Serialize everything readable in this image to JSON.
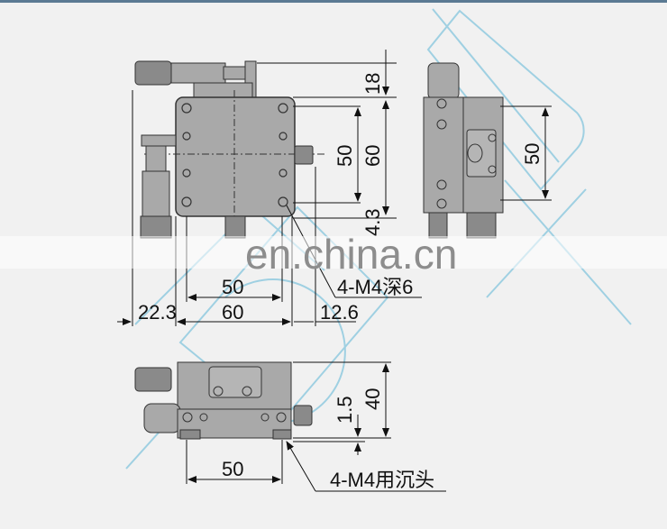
{
  "watermark": {
    "text": "en.china.cn",
    "logo_color": "#9fd0e2"
  },
  "colors": {
    "background": "#f1f1f1",
    "part_fill": "#a9a9a9",
    "part_stroke": "#333333",
    "dimension_line": "#111111",
    "top_bar": "#5b7a93"
  },
  "views": {
    "top_view": {
      "dimensions": {
        "height_top": "18",
        "inner_span": "50",
        "overall": "60",
        "offset_bottom": "4.3",
        "left_micrometer": "22.3",
        "width_inner": "50",
        "width_overall": "60",
        "right_offset": "12.6"
      },
      "callout": "4-M4深6"
    },
    "side_view": {
      "dimensions": {
        "hole_span": "50"
      }
    },
    "front_view": {
      "dimensions": {
        "height": "40",
        "base_step": "1.5",
        "hole_span": "50"
      },
      "callout": "4-M4用沉头"
    }
  }
}
